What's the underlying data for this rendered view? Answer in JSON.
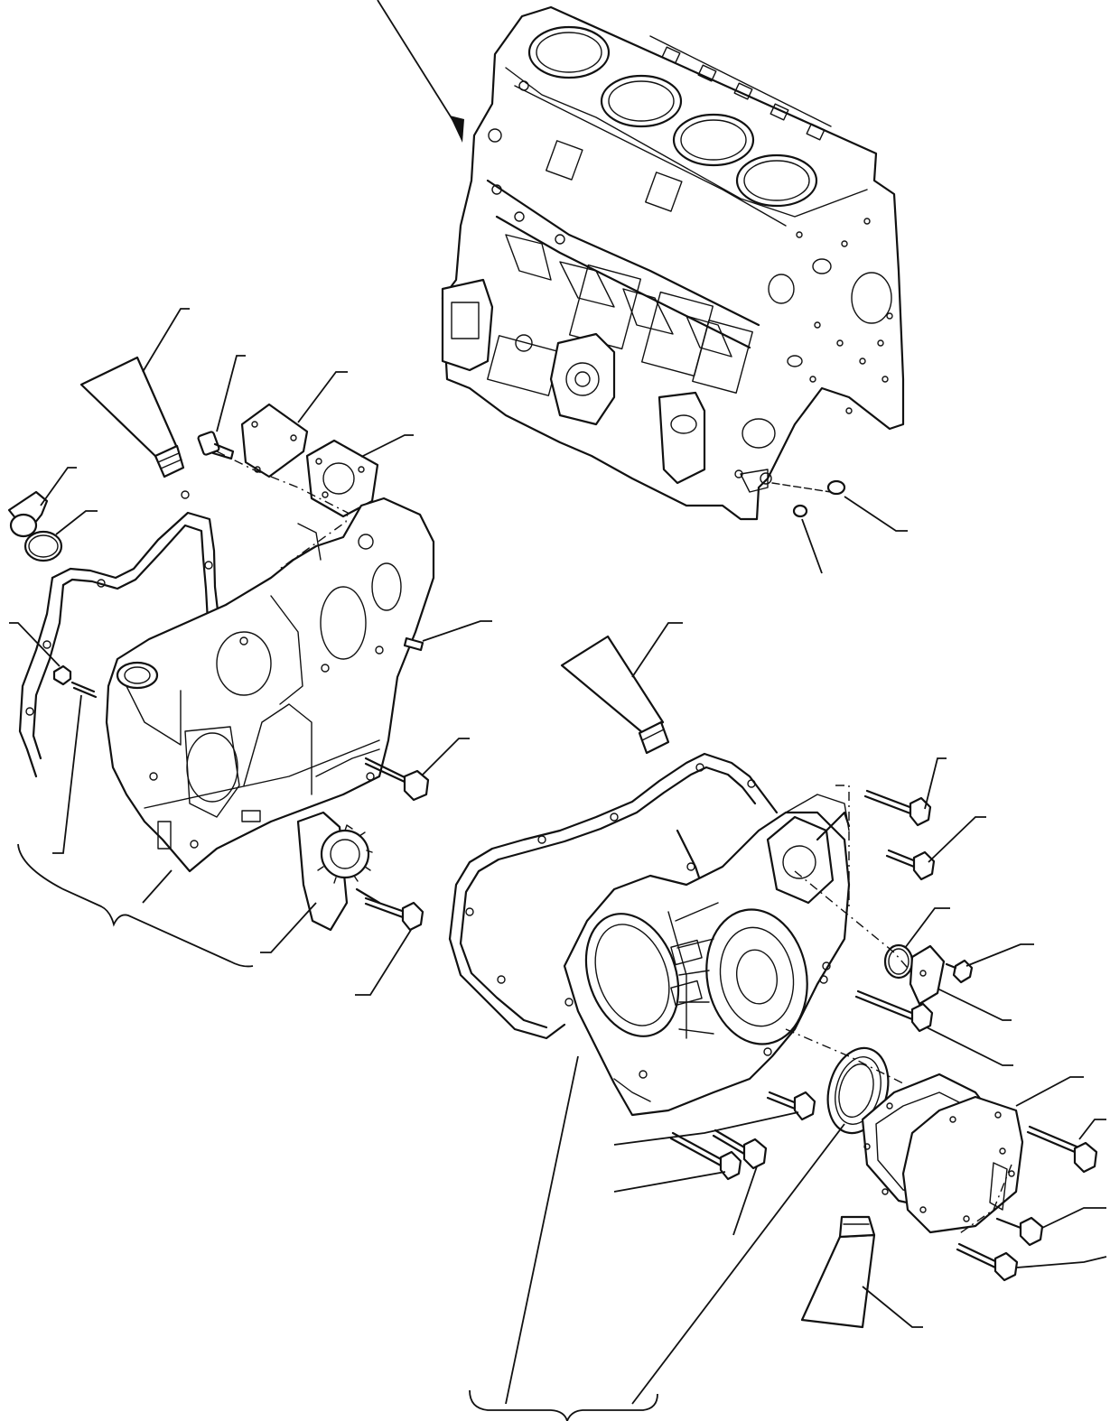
{
  "diagram": {
    "kind": "exploded-parts-view",
    "parts": [
      {
        "id": "cylinder-block"
      },
      {
        "id": "sealant-tube-upper-left"
      },
      {
        "id": "filler-cap"
      },
      {
        "id": "filler-o-ring"
      },
      {
        "id": "breather-bolt"
      },
      {
        "id": "inspection-cover-plate"
      },
      {
        "id": "inspection-cover-gasket"
      },
      {
        "id": "small-o-ring-a"
      },
      {
        "id": "small-o-ring-b"
      },
      {
        "id": "dowel-pin"
      },
      {
        "id": "gear-case-gasket-left"
      },
      {
        "id": "gear-case-left"
      },
      {
        "id": "nut-left"
      },
      {
        "id": "stud-left"
      },
      {
        "id": "gear-case-bolt-left"
      },
      {
        "id": "oil-pump"
      },
      {
        "id": "oil-pump-bolt"
      },
      {
        "id": "sealant-tube-middle"
      },
      {
        "id": "front-cover-gasket"
      },
      {
        "id": "front-cover"
      },
      {
        "id": "cover-bolt-long-a"
      },
      {
        "id": "cover-bolt-short-a"
      },
      {
        "id": "plate-o-ring"
      },
      {
        "id": "small-plate"
      },
      {
        "id": "small-plate-bolt"
      },
      {
        "id": "cover-bolt-long-b"
      },
      {
        "id": "crank-oil-seal"
      },
      {
        "id": "lower-bolt-a"
      },
      {
        "id": "lower-bolt-b"
      },
      {
        "id": "lower-bolt-c"
      },
      {
        "id": "pump-cover-gasket"
      },
      {
        "id": "pump-cover"
      },
      {
        "id": "pump-cover-bolt-a"
      },
      {
        "id": "pump-cover-bolt-b"
      },
      {
        "id": "pump-cover-bolt-c"
      },
      {
        "id": "sealant-tube-lower-right"
      }
    ],
    "assembly_groups": [
      {
        "id": "left-gear-case-assembly"
      },
      {
        "id": "right-front-cover-assembly"
      }
    ]
  }
}
